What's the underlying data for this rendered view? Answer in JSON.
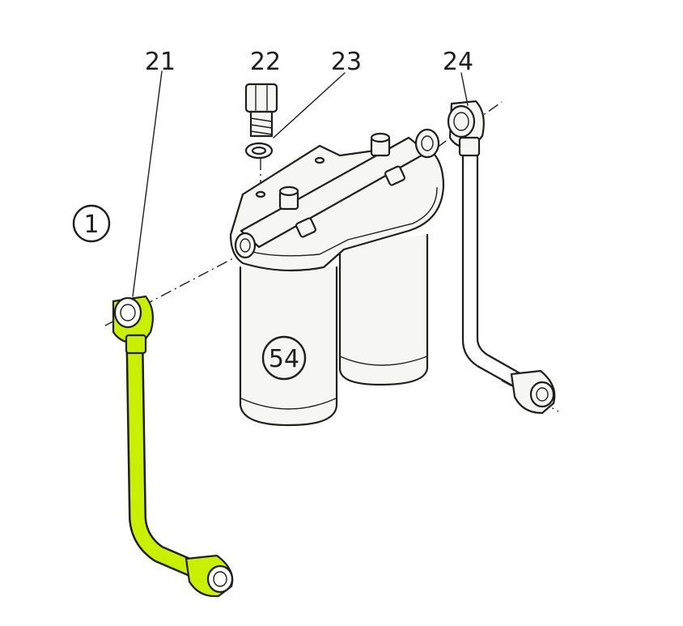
{
  "diagram": {
    "callouts": {
      "view_number": "1",
      "pipe_left": "21",
      "banjo_bolt": "22",
      "sealing_washer": "23",
      "pipe_right": "24",
      "filter_housing": "54"
    },
    "highlight_color": "#c8f000"
  }
}
